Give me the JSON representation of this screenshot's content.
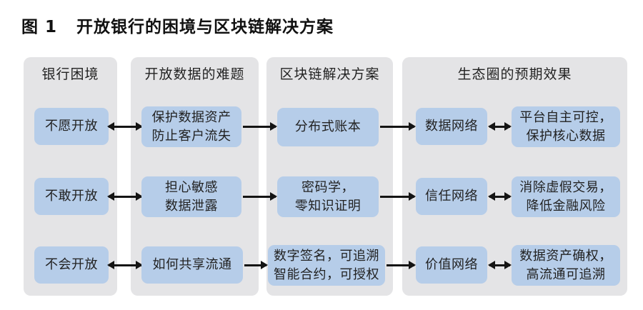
{
  "title": "图 1   开放银行的困境与区块链解决方案",
  "colors": {
    "panel_bg": "#e4e4e6",
    "box_bg": "#b6cde9",
    "text": "#222222",
    "arrow": "#141414",
    "page_bg": "#ffffff"
  },
  "columns": [
    {
      "header": "银行困境"
    },
    {
      "header": "开放数据的难题"
    },
    {
      "header": "区块链解决方案"
    },
    {
      "header": "生态圈的预期效果"
    }
  ],
  "arrow_semantics": {
    "dilemma_to_challenge": "bidirectional",
    "challenge_to_solution": "forward",
    "solution_to_network": "forward",
    "network_to_effect": "bidirectional"
  },
  "rows": [
    {
      "dilemma": "不愿开放",
      "challenge": "保护数据资产\n防止客户流失",
      "solution": "分布式账本",
      "network": "数据网络",
      "effect": "平台自主可控，\n保护核心数据"
    },
    {
      "dilemma": "不敢开放",
      "challenge": "担心敏感\n数据泄露",
      "solution": "密码学，\n零知识证明",
      "network": "信任网络",
      "effect": "消除虚假交易，\n降低金融风险"
    },
    {
      "dilemma": "不会开放",
      "challenge": "如何共享流通",
      "solution": "数字签名，可追溯\n智能合约，可授权",
      "network": "价值网络",
      "effect": "数据资产确权，\n高流通可追溯"
    }
  ]
}
